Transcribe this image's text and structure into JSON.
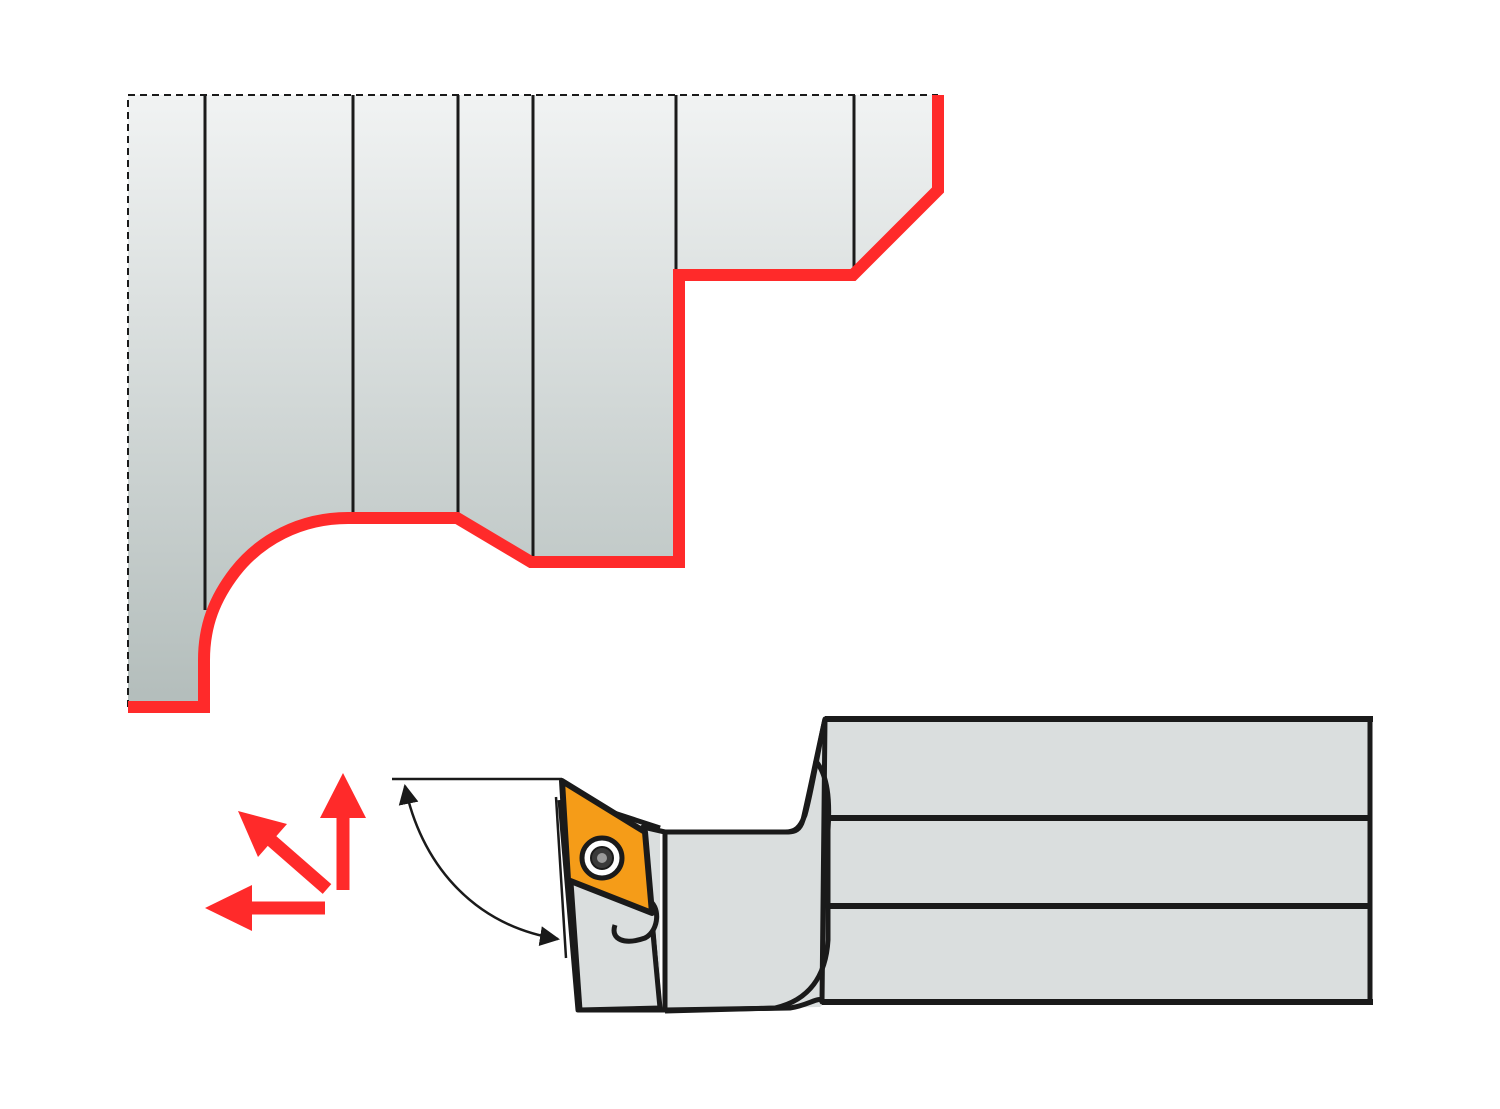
{
  "diagram": {
    "kind": "turning-tool-machining-illustration",
    "colors": {
      "background": "#ffffff",
      "cut_profile": "#ff2a2a",
      "feed_arrows": "#ff2a2a",
      "workpiece_top": "#f1f3f3",
      "workpiece_bottom": "#b3bdbb",
      "tool_body": "#dadede",
      "insert": "#f59c18",
      "outline": "#1a1a1a"
    },
    "feed_directions": [
      "axial",
      "diagonal",
      "radial"
    ],
    "icons": [
      "feed-arrow-left-icon",
      "feed-arrow-diagonal-icon",
      "feed-arrow-up-icon",
      "insert-screw-icon"
    ]
  }
}
